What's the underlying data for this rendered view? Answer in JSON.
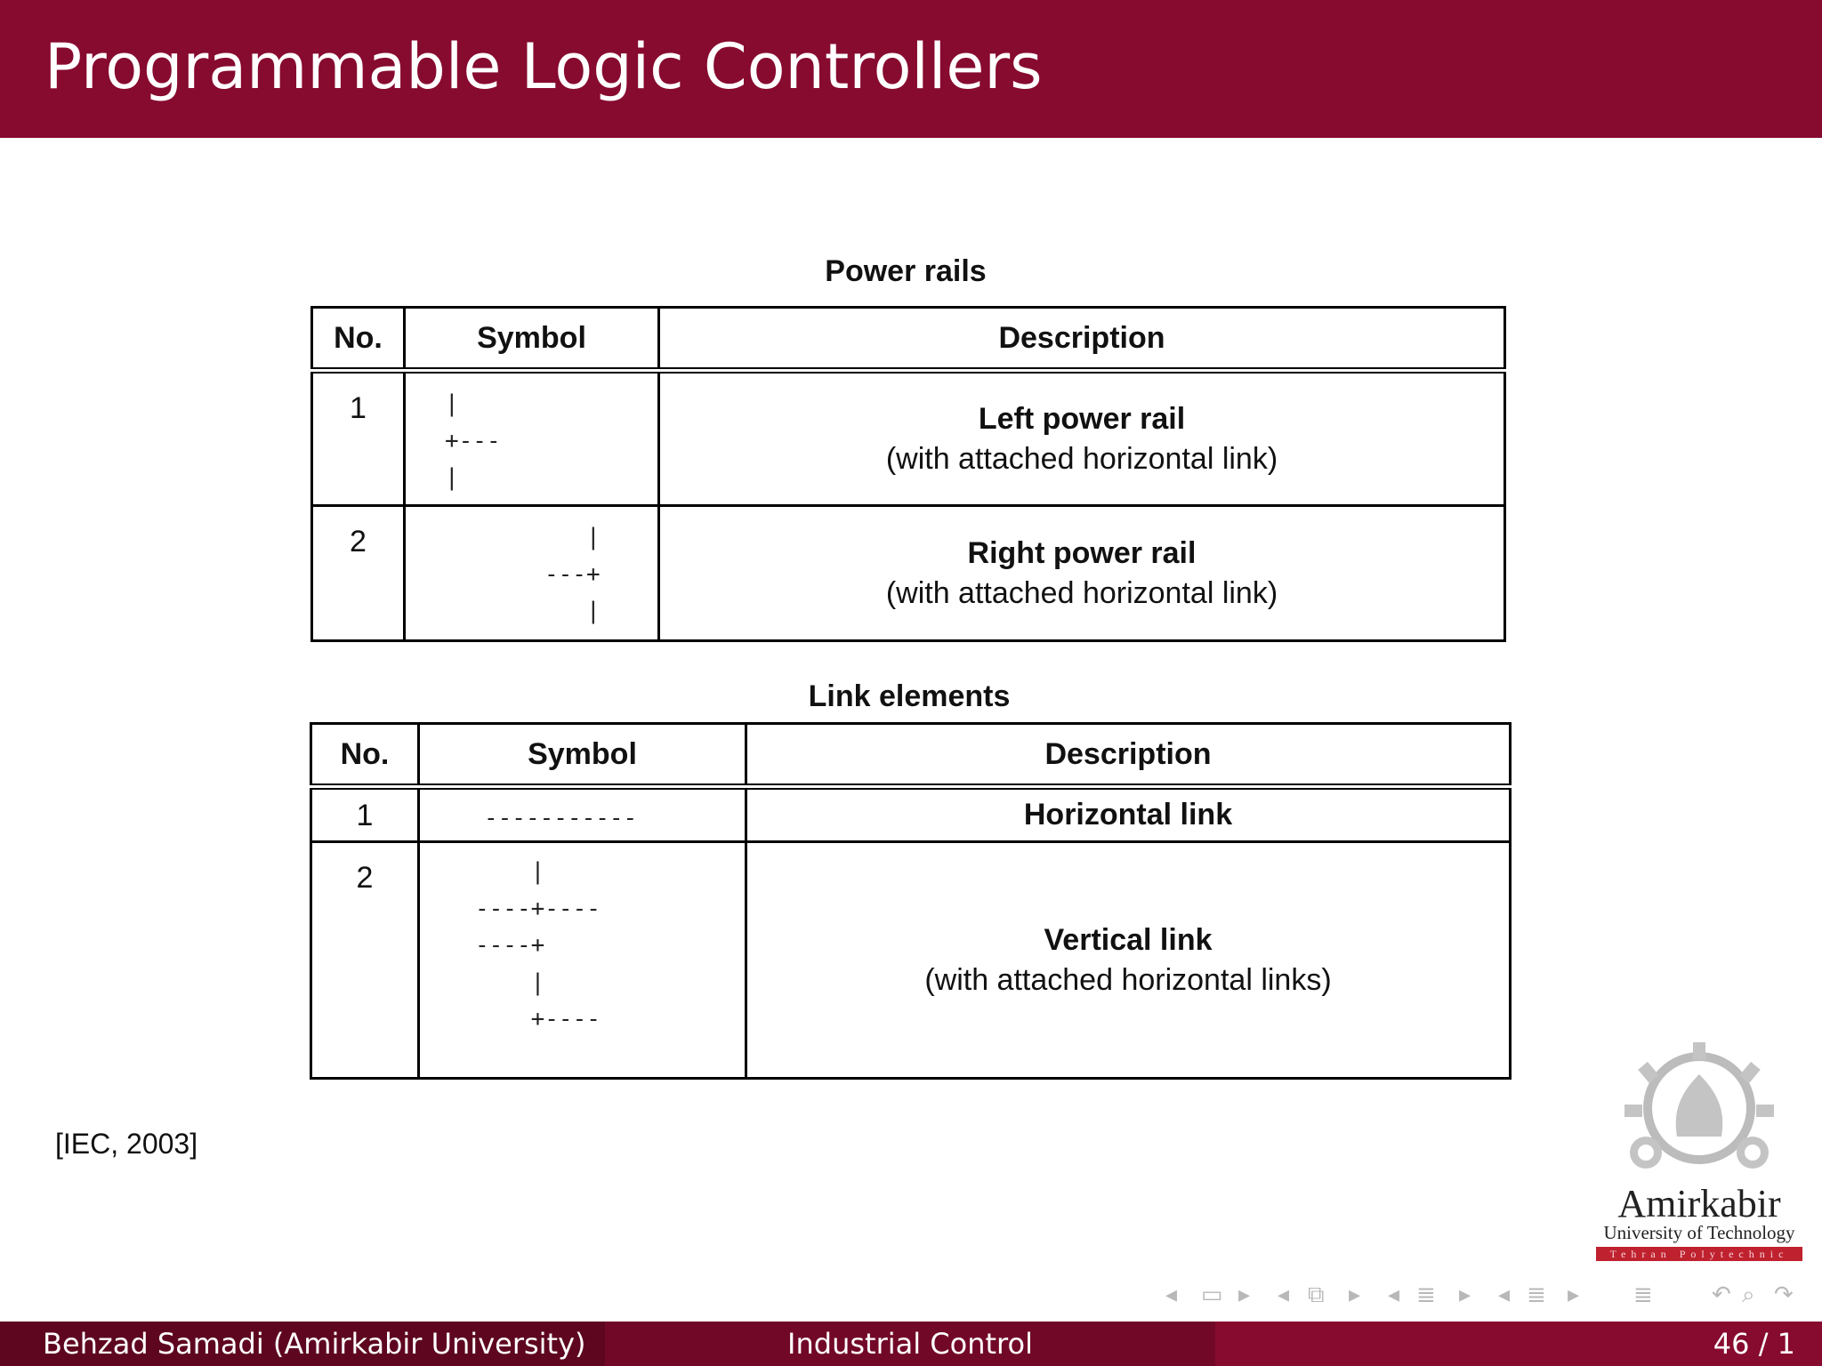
{
  "slide": {
    "title": "Programmable Logic Controllers",
    "citation": "[IEC, 2003]",
    "page": "46 / 1"
  },
  "power_rails": {
    "caption": "Power rails",
    "headers": {
      "no": "No.",
      "symbol": "Symbol",
      "description": "Description"
    },
    "rows": [
      {
        "no": "1",
        "symbol": "|\n+---\n|",
        "desc_main": "Left power rail",
        "desc_sub": "(with attached horizontal link)"
      },
      {
        "no": "2",
        "symbol": "   |\n---+\n   |",
        "desc_main": "Right power rail",
        "desc_sub": "(with attached horizontal link)"
      }
    ]
  },
  "link_elements": {
    "caption": "Link elements",
    "headers": {
      "no": "No.",
      "symbol": "Symbol",
      "description": "Description"
    },
    "rows": [
      {
        "no": "1",
        "symbol": "-----------",
        "desc_main": "Horizontal link",
        "desc_sub": ""
      },
      {
        "no": "2",
        "symbol": "    |\n----+----\n----+\n    |\n    +----",
        "desc_main": "Vertical link",
        "desc_sub": "(with attached horizontal links)"
      }
    ]
  },
  "logo": {
    "name": "Amirkabir",
    "subtitle": "University of Technology",
    "tagline": "Tehran Polytechnic"
  },
  "footer": {
    "author": "Behzad Samadi  (Amirkabir University)",
    "course": "Industrial Control"
  },
  "colors": {
    "brand": "#870a2f",
    "footer_dark": "#5e0620",
    "footer_mid": "#720828"
  },
  "nav_icons": [
    "frame-prev-icon",
    "frame-icon",
    "frame-next-icon",
    "subsection-prev-icon",
    "subsection-icon",
    "subsection-next-icon",
    "section-prev-icon",
    "section-icon",
    "section-next-icon",
    "toc-icon",
    "back-icon",
    "search-icon",
    "forward-icon"
  ]
}
